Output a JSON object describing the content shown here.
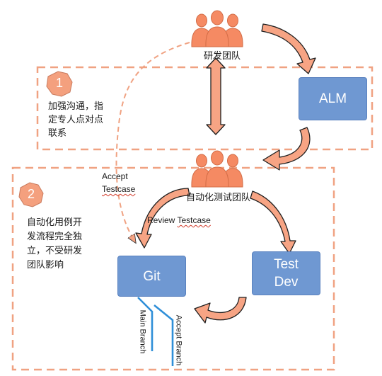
{
  "nodes": {
    "alm": "ALM",
    "git": "Git",
    "test_dev_line1": "Test",
    "test_dev_line2": "Dev"
  },
  "teams": {
    "dev_team": "研发团队",
    "auto_test_team": "自动化测试团队"
  },
  "badges": {
    "one": "1",
    "two": "2"
  },
  "notes": {
    "box1": [
      "加强沟通，指",
      "定专人点对点",
      "联系"
    ],
    "box2": [
      "自动化用例开",
      "发流程完全独",
      "立，不受研发",
      "团队影响"
    ]
  },
  "edge_labels": {
    "accept_testcase_1": "Accept",
    "accept_testcase_2": "Testcase",
    "review_testcase_1": "Review",
    "review_testcase_2": "Testcase"
  },
  "branches": {
    "main": "Main Branch",
    "accept": "Accept Branch"
  },
  "colors": {
    "dashed_border": "#f0a282",
    "arrow_fill": "#f7a484",
    "arrow_stroke": "#1f1f1f",
    "node_fill": "#6f98d2",
    "badge_fill": "#f4a07e",
    "people_fill": "#f58a63",
    "branch_line": "#2f8fd8"
  }
}
